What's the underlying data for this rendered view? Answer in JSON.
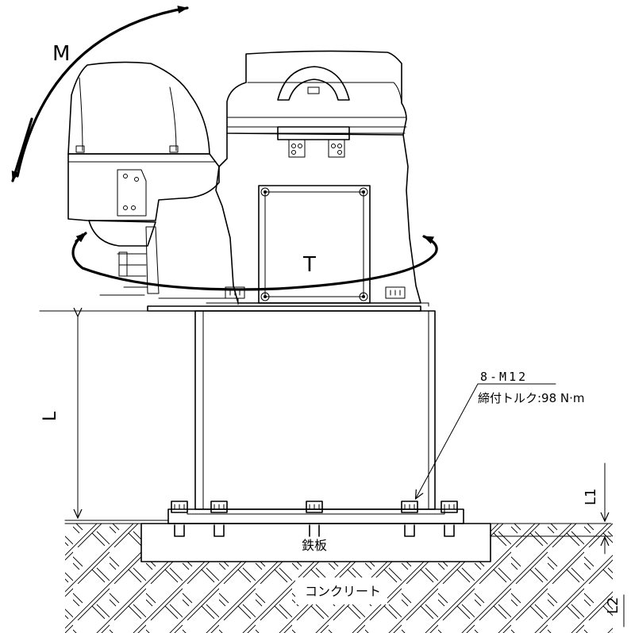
{
  "labels": {
    "moment": "M",
    "torsion": "T",
    "height": "L",
    "bolt_spec": "8-M12",
    "torque": "締付トルク:98 N·m",
    "plate_thickness": "L1",
    "embed_depth": "L2",
    "steel_plate": "鉄板",
    "concrete": "コンクリート"
  }
}
